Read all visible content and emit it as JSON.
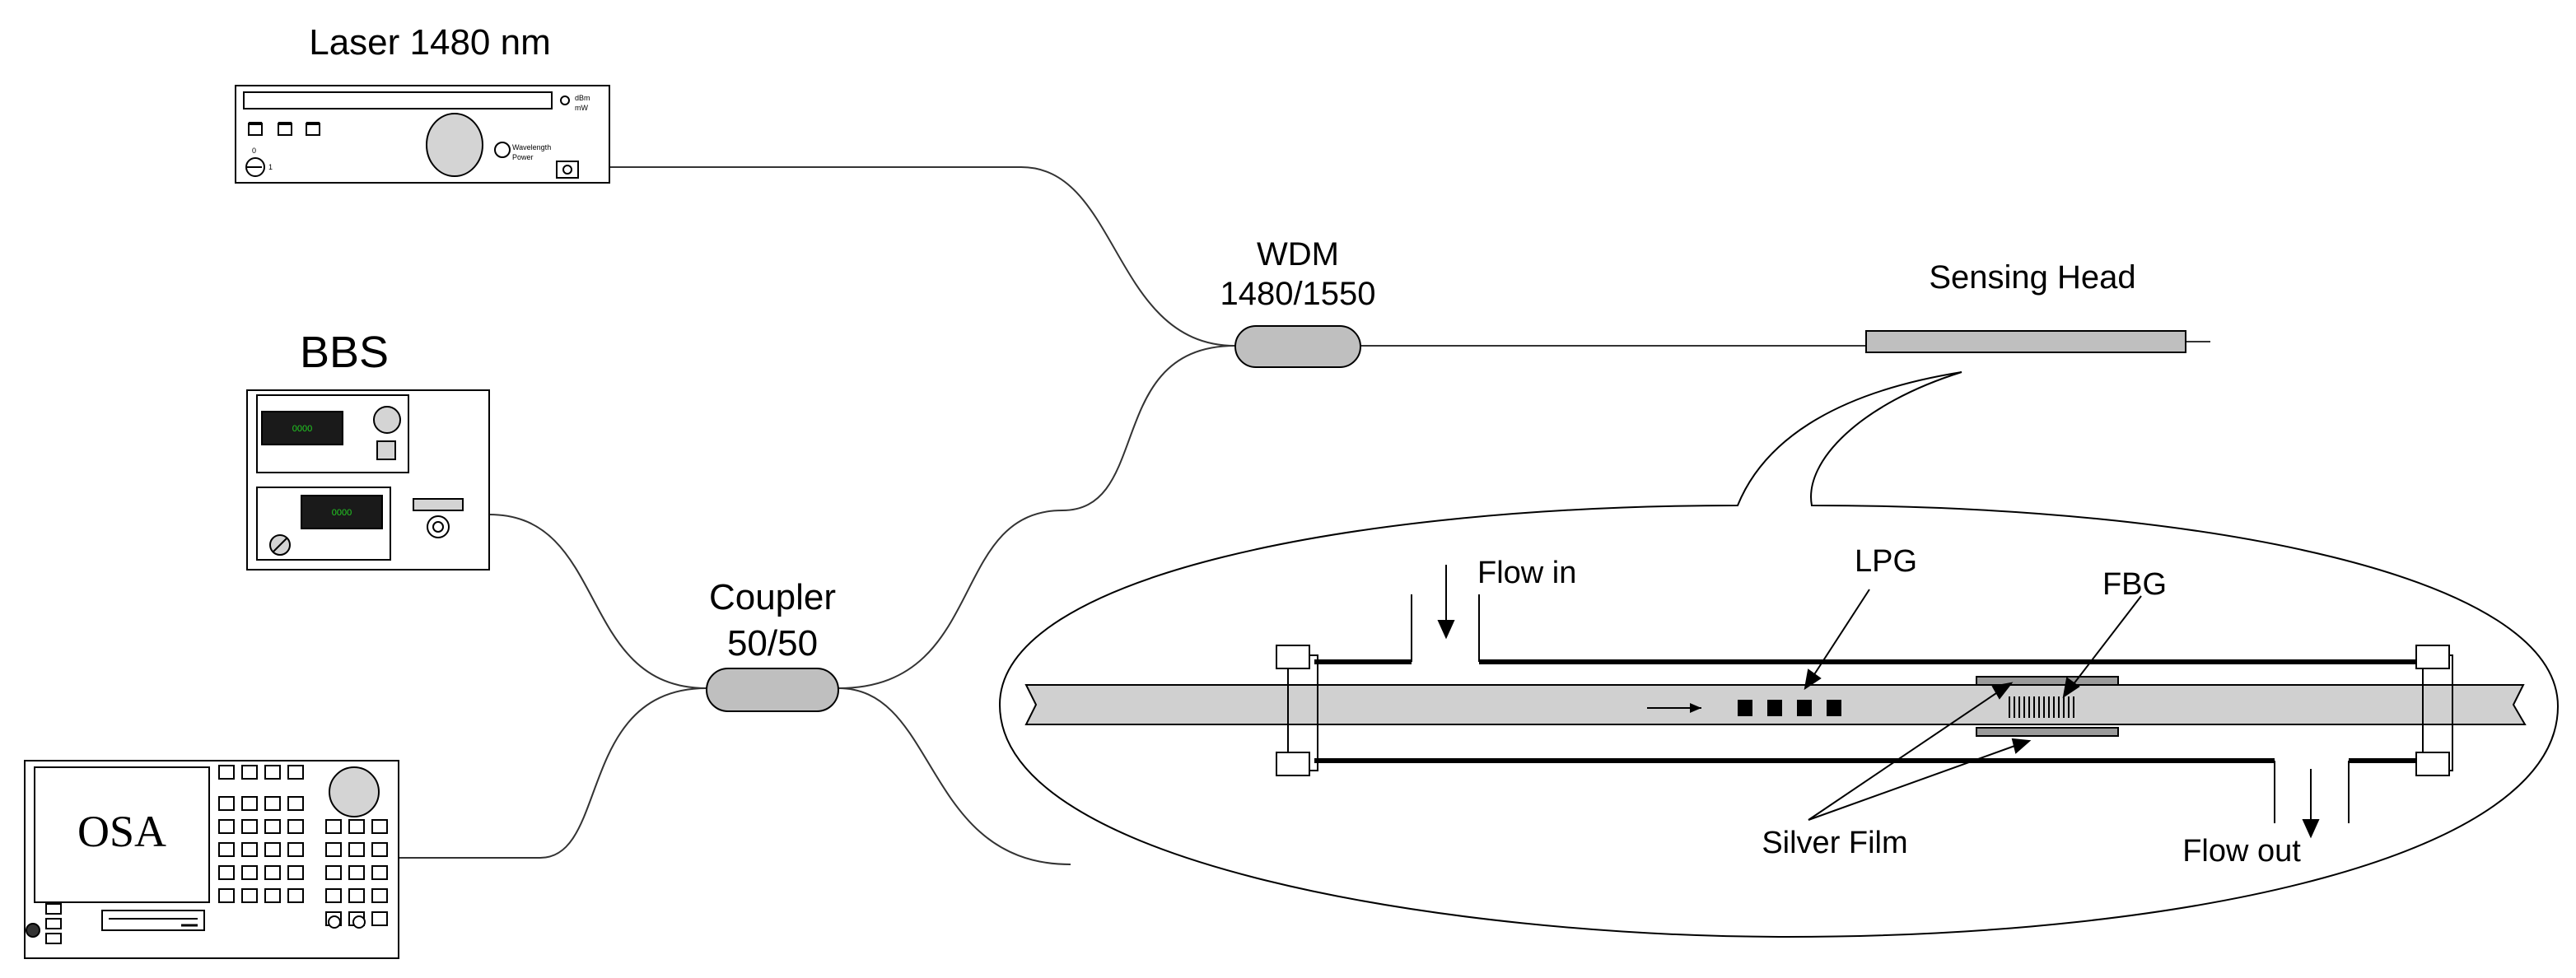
{
  "labels": {
    "laser": "Laser 1480 nm",
    "bbs": "BBS",
    "wdm_line1": "WDM",
    "wdm_line2": "1480/1550",
    "sensing_head": "Sensing Head",
    "coupler_line1": "Coupler",
    "coupler_line2": "50/50",
    "osa": "OSA",
    "flow_in": "Flow in",
    "flow_out": "Flow out",
    "lpg": "LPG",
    "fbg": "FBG",
    "silver_film": "Silver Film"
  },
  "laser_panel": {
    "units": "dBm\nmW",
    "unit_1": "dBm",
    "unit_2": "mW",
    "knob_label_1": "Wavelength",
    "knob_label_2": "Power",
    "switch_0": "0",
    "switch_1": "1"
  },
  "bbs_displays": {
    "top": "0000",
    "bottom": "0000"
  },
  "colors": {
    "device_fill": "#ffffff",
    "component_fill": "#bfbfbf",
    "display_fill": "#1a1a1a",
    "display_text": "#22cc22",
    "line": "#000000"
  }
}
